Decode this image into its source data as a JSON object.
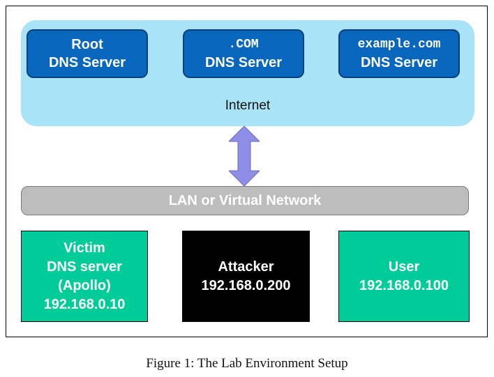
{
  "internet": {
    "label": "Internet",
    "servers": [
      {
        "line1": "Root",
        "line2": "DNS Server"
      },
      {
        "line1": ".COM",
        "line2": "DNS Server"
      },
      {
        "line1": "example.com",
        "line2": "DNS Server"
      }
    ]
  },
  "lan": {
    "label": "LAN or Virtual Network"
  },
  "hosts": [
    {
      "lines": [
        "Victim",
        "DNS server",
        "(Apollo)",
        "192.168.0.10"
      ]
    },
    {
      "lines": [
        "Attacker",
        "192.168.0.200"
      ]
    },
    {
      "lines": [
        "User",
        "192.168.0.100"
      ]
    }
  ],
  "caption": "Figure 1: The Lab Environment Setup",
  "colors": {
    "internet_cloud": "#a9e3f7",
    "dns_server": "#0866bd",
    "lan_bar": "#bdbdbd",
    "victim_user": "#00cc99",
    "attacker": "#000000",
    "arrow": "#8e8ee6"
  }
}
